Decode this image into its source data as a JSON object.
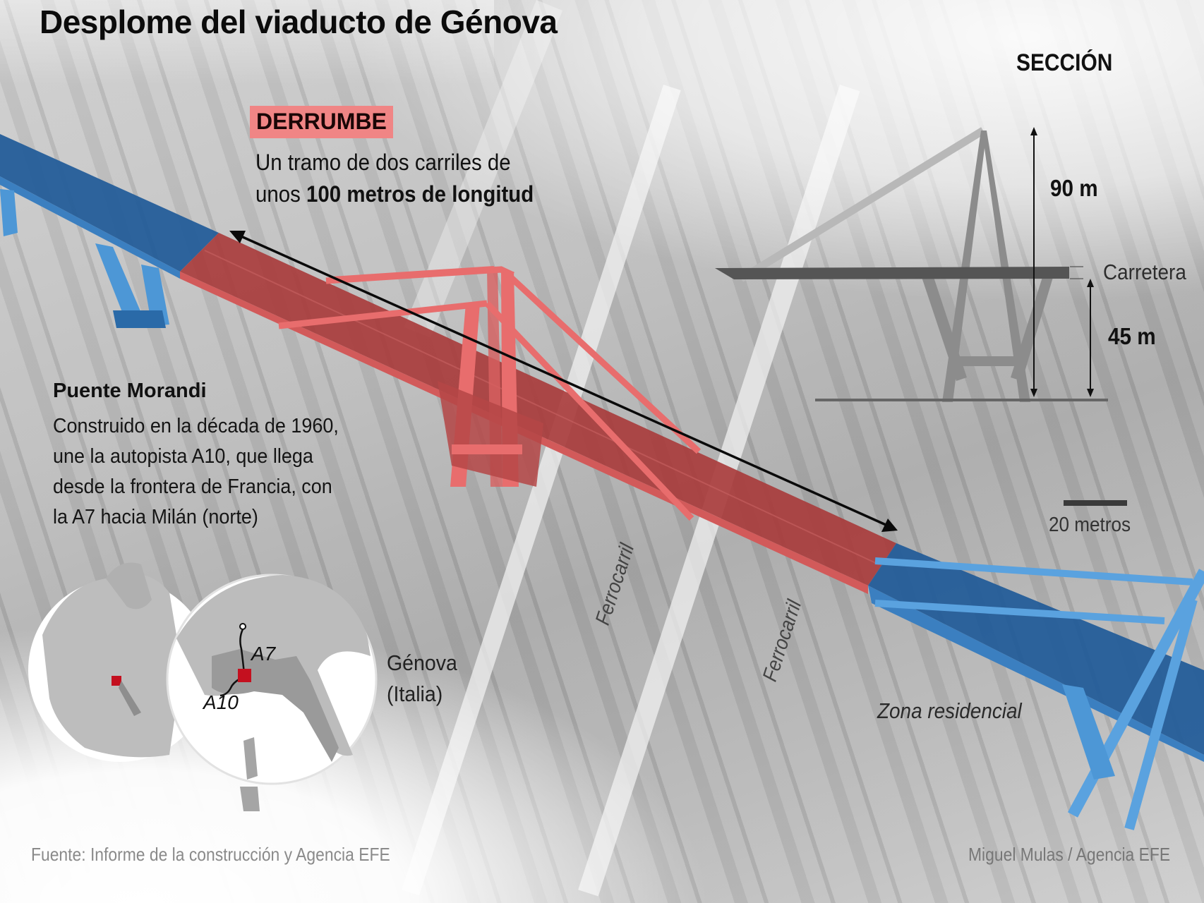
{
  "title": "Desplome del viaducto de Génova",
  "collapse": {
    "badge": "DERRUMBE",
    "line1": "Un tramo de dos carriles de",
    "line2_prefix": "unos ",
    "line2_bold": "100 metros de longitud"
  },
  "bridge_info": {
    "title": "Puente Morandi",
    "lines": [
      "Construido en la década de 1960,",
      "une la autopista A10, que llega",
      "desde la frontera de Francia, con",
      "la A7 hacia Milán (norte)"
    ]
  },
  "section": {
    "title": "SECCIÓN",
    "height_total": "90 m",
    "height_road": "45 m",
    "road_label": "Carretera"
  },
  "scale": {
    "label": "20 metros"
  },
  "map_labels": {
    "rail_1": "Ferrocarril",
    "rail_2": "Ferrocarril",
    "residential": "Zona residencial"
  },
  "locator": {
    "city": "Génova",
    "country": "(Italia)",
    "road_a7": "A7",
    "road_a10": "A10"
  },
  "colors": {
    "collapsed": "#e86d6d",
    "collapsed_deck": "#a83a3a",
    "intact": "#4d97d6",
    "intact_deck": "#1f5a98",
    "badge": "#f08585",
    "marker": "#c4101f"
  },
  "footer": {
    "source": "Fuente: Informe de la construcción y Agencia EFE",
    "credit": "Miguel Mulas / Agencia EFE"
  }
}
